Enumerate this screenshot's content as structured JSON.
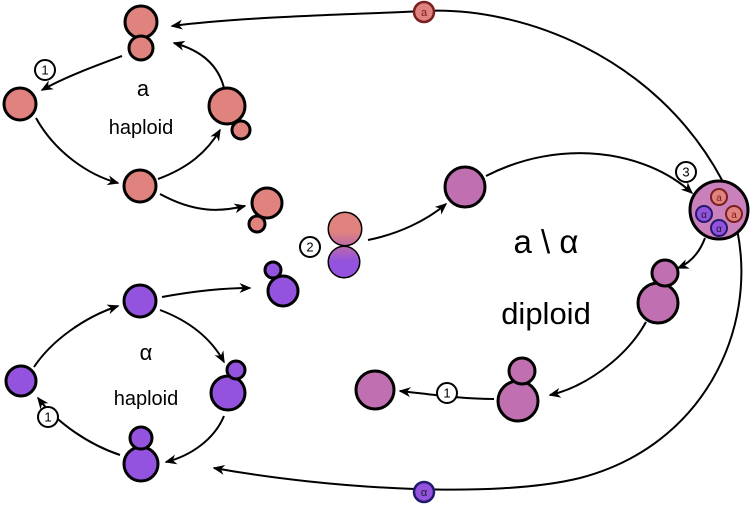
{
  "colors": {
    "background": "#ffffff",
    "line": "#000000",
    "a_cell": "#e0827d",
    "alpha_cell": "#9353de",
    "diploid_cell": "#c06fb0",
    "ascus": "#ca80bb",
    "badge_fill": "#ffffff",
    "a_spore_stroke": "#7a1f1f",
    "alpha_spore_stroke": "#241a6b",
    "a_letter": "#801a1a",
    "alpha_letter": "#1c1c2e"
  },
  "cycles": {
    "a_haploid": {
      "mating_type": "a",
      "ploidy": "haploid",
      "step_1": "1"
    },
    "alpha_haploid": {
      "mating_type": "α",
      "ploidy": "haploid",
      "step_1": "1"
    },
    "diploid": {
      "genotype": "a \\ α",
      "ploidy": "diploid",
      "step_1": "1"
    }
  },
  "steps": {
    "mating": "2",
    "sporulation": "3"
  },
  "spores": {
    "top_free": "a",
    "bottom_free": "α",
    "ascus": [
      "a",
      "α",
      "a",
      "α"
    ]
  }
}
